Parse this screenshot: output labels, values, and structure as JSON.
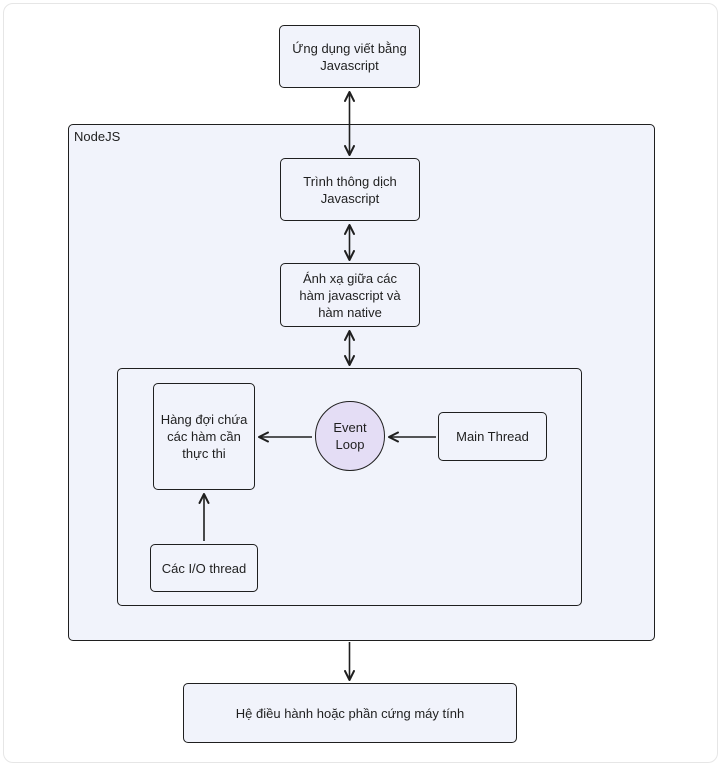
{
  "groups": {
    "nodejs": {
      "label": "NodeJS"
    },
    "runtime": {
      "label": ""
    }
  },
  "nodes": {
    "app": "Ứng dụng viết bằng Javascript",
    "interpreter": "Trình thông dịch Javascript",
    "binding": "Ánh xạ giữa các hàm javascript và hàm native",
    "queue": "Hàng đợi chứa các hàm cần thực thi",
    "event_loop": "Event Loop",
    "main_thread": "Main Thread",
    "io_threads": "Các I/O thread",
    "os": "Hệ điều hành hoặc phần cứng máy tính"
  },
  "edges": [
    {
      "from": "app",
      "to": "interpreter",
      "direction": "both"
    },
    {
      "from": "interpreter",
      "to": "binding",
      "direction": "both"
    },
    {
      "from": "binding",
      "to": "runtime",
      "direction": "both"
    },
    {
      "from": "event_loop",
      "to": "queue",
      "direction": "forward"
    },
    {
      "from": "main_thread",
      "to": "event_loop",
      "direction": "forward"
    },
    {
      "from": "io_threads",
      "to": "queue",
      "direction": "forward"
    },
    {
      "from": "nodejs",
      "to": "os",
      "direction": "forward"
    }
  ],
  "colors": {
    "node_fill": "#f1f3fb",
    "event_loop_fill": "#e4ddf5",
    "stroke": "#1f1f1f"
  }
}
